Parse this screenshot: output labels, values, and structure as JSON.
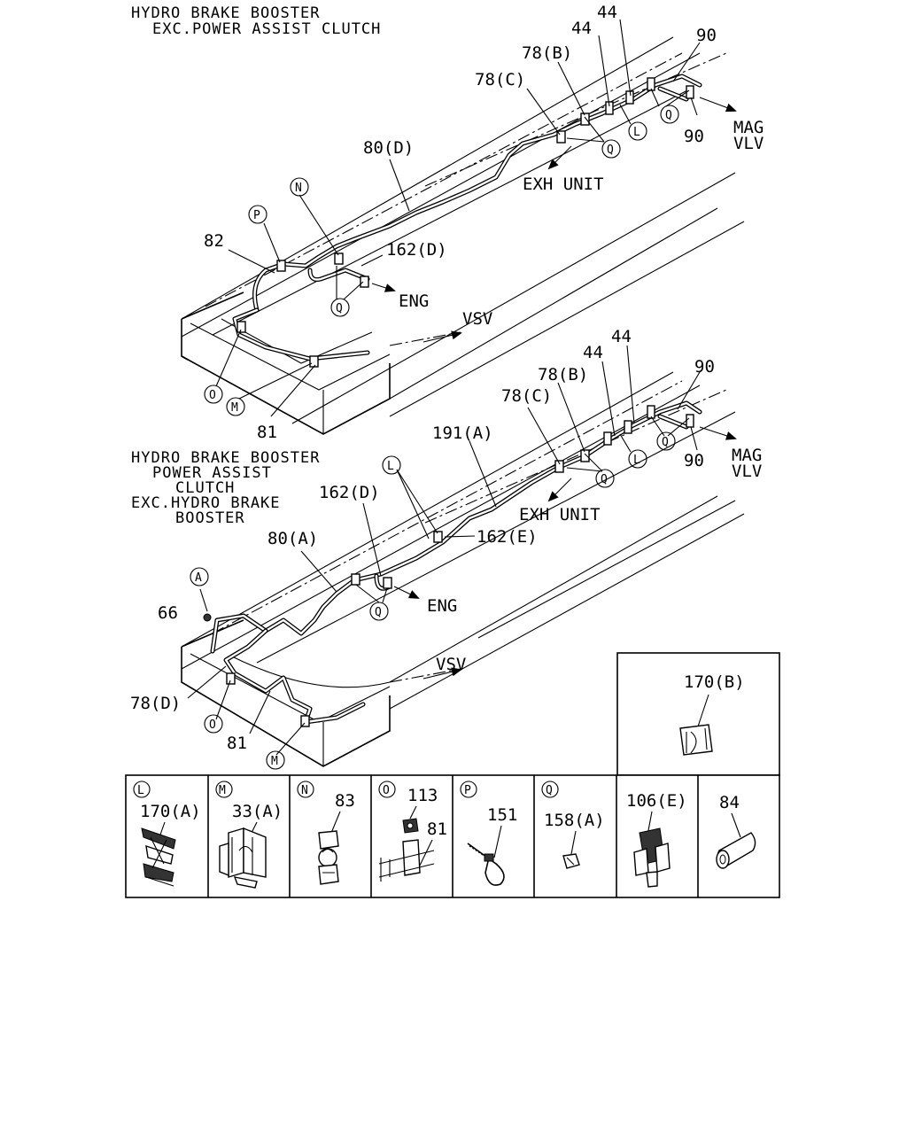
{
  "headers": {
    "top_line1": "HYDRO BRAKE BOOSTER",
    "top_line2": "EXC.POWER ASSIST CLUTCH",
    "mid_line1": "HYDRO BRAKE BOOSTER",
    "mid_line2": "POWER ASSIST",
    "mid_line3": "CLUTCH",
    "mid_line4": "EXC.HYDRO BRAKE",
    "mid_line5": "BOOSTER"
  },
  "top": {
    "p44a": "44",
    "p44b": "44",
    "p90a": "90",
    "p90b": "90",
    "p78b": "78(B)",
    "p78c": "78(C)",
    "p80d": "80(D)",
    "p82": "82",
    "p162d": "162(D)",
    "p81": "81",
    "dest_mag1": "MAG",
    "dest_mag2": "VLV",
    "dest_exh": "EXH UNIT",
    "dest_eng": "ENG",
    "dest_vsv": "VSV",
    "c_q1": "Q",
    "c_q2": "Q",
    "c_q3": "Q",
    "c_l": "L",
    "c_n": "N",
    "c_p": "P",
    "c_o": "O",
    "c_m": "M"
  },
  "bottom": {
    "p44a": "44",
    "p44b": "44",
    "p90a": "90",
    "p90b": "90",
    "p78b": "78(B)",
    "p78c": "78(C)",
    "p191a": "191(A)",
    "p162d": "162(D)",
    "p162e": "162(E)",
    "p80a": "80(A)",
    "p66": "66",
    "p78d": "78(D)",
    "p81": "81",
    "dest_mag1": "MAG",
    "dest_mag2": "VLV",
    "dest_exh": "EXH UNIT",
    "dest_eng": "ENG",
    "dest_vsv": "VSV",
    "c_q1": "Q",
    "c_q2": "Q",
    "c_q3": "Q",
    "c_l1": "L",
    "c_l2": "L",
    "c_a": "A",
    "c_o": "O",
    "c_m": "M"
  },
  "detail_box": {
    "part": "170(B)"
  },
  "legend": [
    {
      "circle": "L",
      "part": "170(A)"
    },
    {
      "circle": "M",
      "part": "33(A)"
    },
    {
      "circle": "N",
      "part": "83"
    },
    {
      "circle": "O",
      "part": "113",
      "part2": "81"
    },
    {
      "circle": "P",
      "part": "151"
    },
    {
      "circle": "Q",
      "part": "158(A)"
    },
    {
      "circle": "",
      "part": "106(E)"
    },
    {
      "circle": "",
      "part": "84"
    }
  ]
}
